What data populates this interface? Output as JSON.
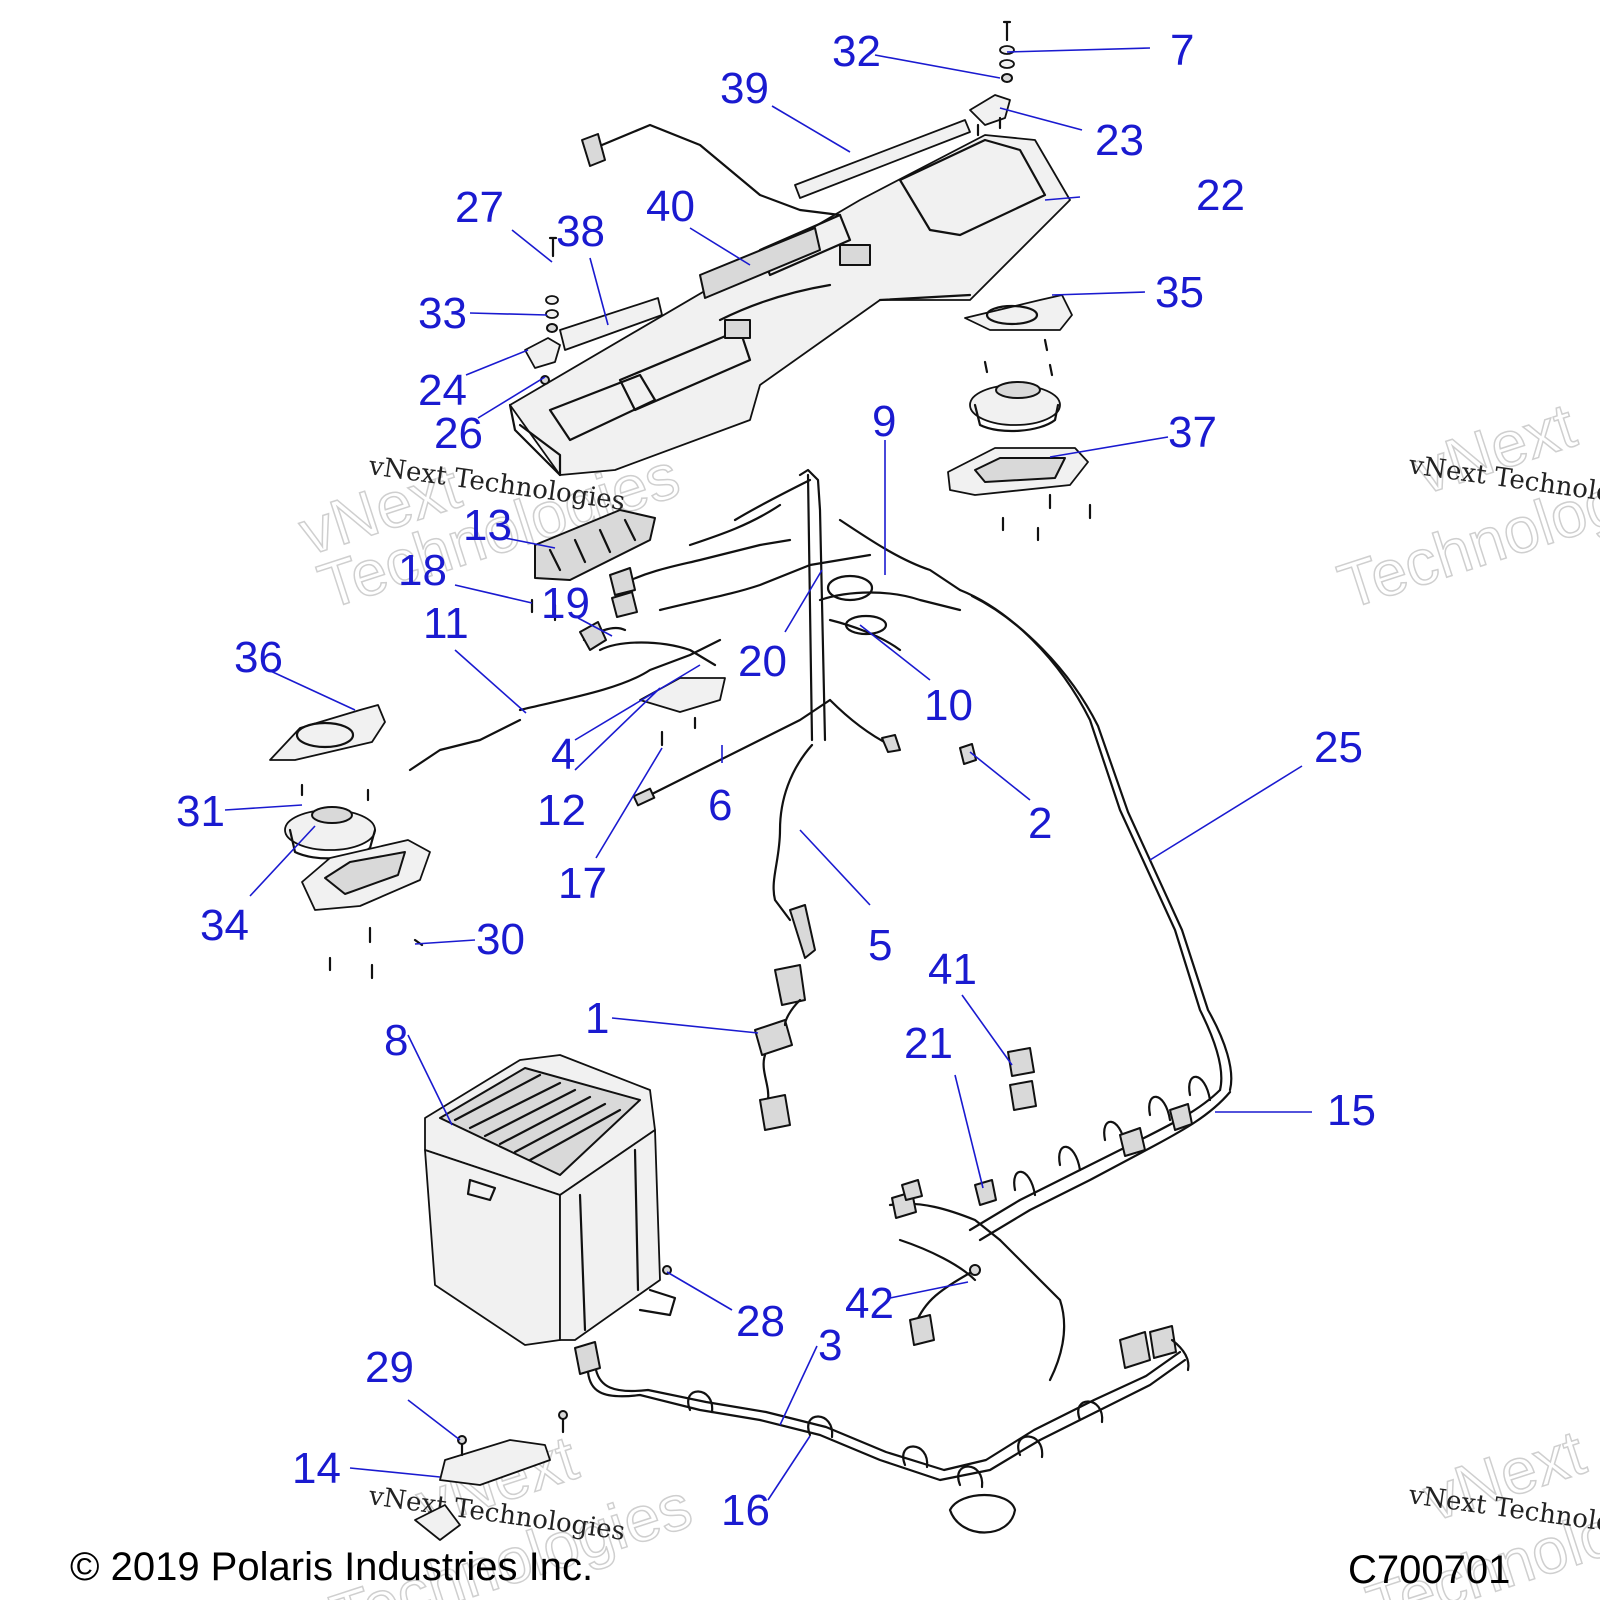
{
  "diagram": {
    "copyright": "© 2019 Polaris Industries Inc.",
    "figure_code": "C700701",
    "watermark_text": "vNext Technologies",
    "watermark_big_line1": "vNext",
    "watermark_big_line2": "Technologies",
    "callout_color": "#1a1ad0",
    "callouts": [
      "1",
      "2",
      "3",
      "4",
      "5",
      "6",
      "7",
      "8",
      "9",
      "10",
      "11",
      "12",
      "13",
      "14",
      "15",
      "16",
      "17",
      "18",
      "19",
      "20",
      "21",
      "22",
      "23",
      "24",
      "25",
      "26",
      "27",
      "28",
      "29",
      "30",
      "31",
      "32",
      "33",
      "34",
      "35",
      "36",
      "37",
      "38",
      "39",
      "40",
      "41",
      "42"
    ]
  }
}
